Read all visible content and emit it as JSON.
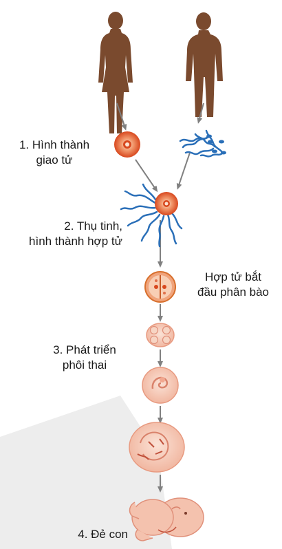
{
  "steps": {
    "gamete": [
      "1. Hình thành",
      "giao tử"
    ],
    "fertilization": [
      "2. Thụ tinh,",
      "hình thành hợp tử"
    ],
    "zygote_division": [
      "Hợp tử bắt",
      "đầu phân bào"
    ],
    "embryo": [
      "3. Phát triển",
      "phôi thai"
    ],
    "birth": [
      "4. Đẻ con"
    ]
  },
  "colors": {
    "human": "#7a4a2e",
    "egg_outer": "#e06030",
    "egg_inner": "#f2a27a",
    "sperm": "#2a6fb8",
    "embryo_pink": "#f5c7b4",
    "embryo_line": "#d9826b",
    "arrow": "#808080",
    "watermark": "#eeeeee"
  }
}
